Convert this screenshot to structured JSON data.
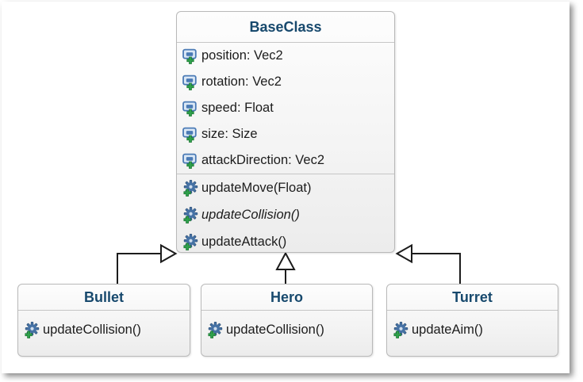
{
  "diagram": {
    "type": "uml-class-diagram",
    "classes": [
      {
        "name": "BaseClass",
        "attributes": [
          "position: Vec2",
          "rotation: Vec2",
          "speed: Float",
          "size: Size",
          "attackDirection: Vec2"
        ],
        "methods": [
          {
            "label": "updateMove(Float)",
            "abstract": false
          },
          {
            "label": "updateCollision()",
            "abstract": true
          },
          {
            "label": "updateAttack()",
            "abstract": false
          }
        ]
      },
      {
        "name": "Bullet",
        "attributes": [],
        "methods": [
          {
            "label": "updateCollision()",
            "abstract": false
          }
        ]
      },
      {
        "name": "Hero",
        "attributes": [],
        "methods": [
          {
            "label": "updateCollision()",
            "abstract": false
          }
        ]
      },
      {
        "name": "Turret",
        "attributes": [],
        "methods": [
          {
            "label": "updateAim()",
            "abstract": false
          }
        ]
      }
    ],
    "relations": [
      {
        "from": "Bullet",
        "to": "BaseClass",
        "type": "generalization"
      },
      {
        "from": "Hero",
        "to": "BaseClass",
        "type": "generalization"
      },
      {
        "from": "Turret",
        "to": "BaseClass",
        "type": "generalization"
      }
    ],
    "colors": {
      "class_name_text": "#17496d",
      "member_text": "#1c1c1c",
      "box_border": "#b9b9b9",
      "connector": "#1c1c1c",
      "field_icon_blue": "#4a7ab5",
      "method_icon_blue": "#4672a5",
      "plus_green": "#2fa14c"
    }
  }
}
